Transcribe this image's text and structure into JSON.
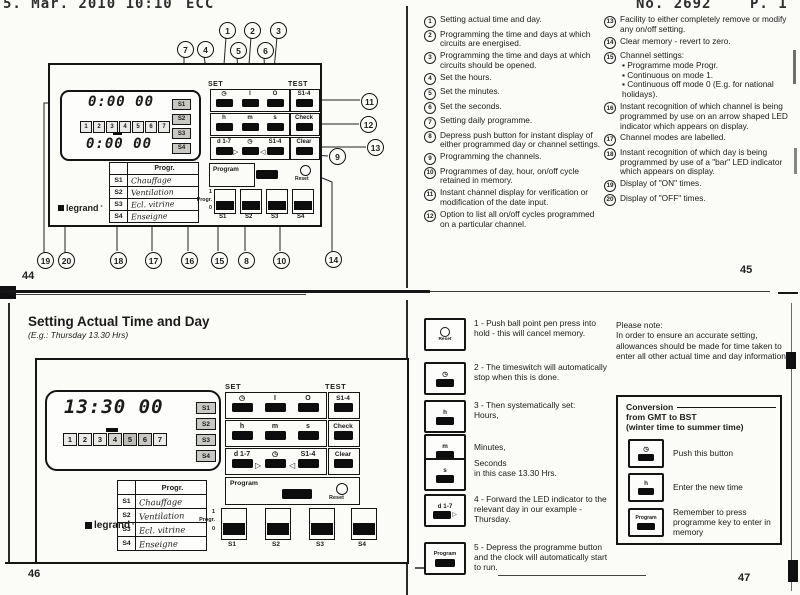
{
  "fax": {
    "datetime": "5. Mar. 2010 10:10",
    "center": "ECC",
    "number": "No. 2692",
    "page": "P. 1"
  },
  "page_numbers": {
    "p44": "44",
    "p45": "45",
    "p46": "46",
    "p47": "47"
  },
  "features_col1": [
    {
      "num": "1",
      "text": "Setting actual time and day."
    },
    {
      "num": "2",
      "text": "Programming the time and days at which circuits are energised."
    },
    {
      "num": "3",
      "text": "Programming the time and days at which circuits should be opened."
    },
    {
      "num": "4",
      "text": "Set the hours."
    },
    {
      "num": "5",
      "text": "Set the minutes."
    },
    {
      "num": "6",
      "text": "Set the seconds."
    },
    {
      "num": "7",
      "text": "Setting daily programme."
    },
    {
      "num": "8",
      "text": "Depress push button for instant display of either programmed day or channel settings."
    },
    {
      "num": "9",
      "text": "Programming the channels."
    },
    {
      "num": "10",
      "text": "Programmes of day, hour, on/off cycle retained in memory."
    },
    {
      "num": "11",
      "text": "Instant channel display for verification or modification of the date input."
    },
    {
      "num": "12",
      "text": "Option to list all on/off cycles programmed on a particular channel."
    }
  ],
  "features_col2": [
    {
      "num": "13",
      "text": "Facility to either completely remove or modify any on/off setting."
    },
    {
      "num": "14",
      "text": "Clear memory - revert to zero."
    },
    {
      "num": "15",
      "text": "Channel settings:",
      "bullet1": "▪ Programme mode Progr.",
      "bullet2": "▪ Continuous on mode 1.",
      "bullet3": "▪ Continuous off mode 0 (E.g. for national holidays)."
    },
    {
      "num": "16",
      "text": "Instant recognition of which channel is being programmed by use on an arrow shaped LED indicator which appears on display."
    },
    {
      "num": "17",
      "text": "Channel modes are labelled."
    },
    {
      "num": "18",
      "text": "Instant recognition of which day is being programmed by use of a \"bar\" LED indicator which appears on display."
    },
    {
      "num": "19",
      "text": "Display of \"ON\" times."
    },
    {
      "num": "20",
      "text": "Display of \"OFF\" times."
    }
  ],
  "device": {
    "set": "SET",
    "test": "TEST",
    "keys": {
      "clock": "◷",
      "on": "I",
      "off": "O",
      "h": "h",
      "m": "m",
      "s": "s",
      "d17": "d 1-7",
      "s14": "S1-4",
      "check": "Check",
      "clear": "Clear",
      "program": "Program",
      "reset": "Reset"
    },
    "arrow_right": "▷",
    "arrow_left": "◁",
    "days": [
      "1",
      "2",
      "3",
      "4",
      "5",
      "6",
      "7"
    ],
    "channels": [
      "S1",
      "S2",
      "S3",
      "S4"
    ],
    "table": {
      "header": "Progr.",
      "rows": [
        {
          "ch": "S1",
          "name": "Chauffage"
        },
        {
          "ch": "S2",
          "name": "Ventilation"
        },
        {
          "ch": "S3",
          "name": "Ecl. vitrine"
        },
        {
          "ch": "S4",
          "name": "Enseigne"
        }
      ]
    },
    "switch_scale": [
      "1",
      "Progr.",
      "0"
    ],
    "switch_labels": [
      "S1",
      "S2",
      "S3",
      "S4"
    ],
    "brand": "legrand"
  },
  "display44": {
    "time_on": "0:00 00",
    "time_off": "0:00 00"
  },
  "display46": {
    "time": "13:30 00"
  },
  "callouts": {
    "top": [
      "1",
      "2",
      "3"
    ],
    "mid": [
      "7",
      "4",
      "5",
      "6"
    ],
    "right": [
      "11",
      "12",
      "13",
      "9"
    ],
    "bottom": [
      "19",
      "20",
      "18",
      "17",
      "16",
      "15",
      "8",
      "10",
      "14"
    ]
  },
  "section": {
    "title": "Setting Actual Time and Day",
    "subtitle": "(E.g.: Thursday 13.30 Hrs)"
  },
  "steps": [
    {
      "text": "1 - Push ball point pen press into hold - this will cancel memory."
    },
    {
      "text": "2 - The timeswitch will automatically stop when this is done."
    },
    {
      "text": "3 - Then systematically set:\nHours,"
    },
    {
      "text": "Minutes,"
    },
    {
      "text": "Seconds\nin this case 13.30 Hrs."
    },
    {
      "text": "4 - Forward the LED indicator to the relevant day in our example -\nThursday."
    },
    {
      "text": "5 - Depress the programme button and the clock will automatically start to run."
    }
  ],
  "note": {
    "title": "Please note:",
    "body": "In order to ensure an accurate setting, allowances should be made for time taken to enter all other actual time and day information."
  },
  "conversion": {
    "title": "Conversion",
    "subtitle1": "from GMT to BST",
    "subtitle2": "(winter time to summer time)",
    "steps": [
      {
        "text": "Push this button"
      },
      {
        "text": "Enter the new time"
      },
      {
        "text": "Remember to press programme key to enter in memory"
      }
    ]
  }
}
